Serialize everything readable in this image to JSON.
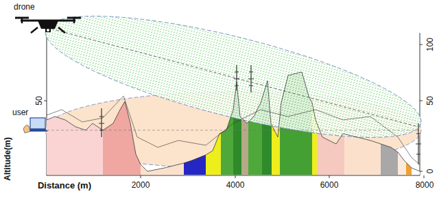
{
  "diagram": {
    "labels": [
      "drone",
      "user",
      "50",
      "100",
      "50",
      "0",
      "Altitude(m)",
      "Distance (m)",
      "2000",
      "4000",
      "6000",
      "8000"
    ]
  }
}
